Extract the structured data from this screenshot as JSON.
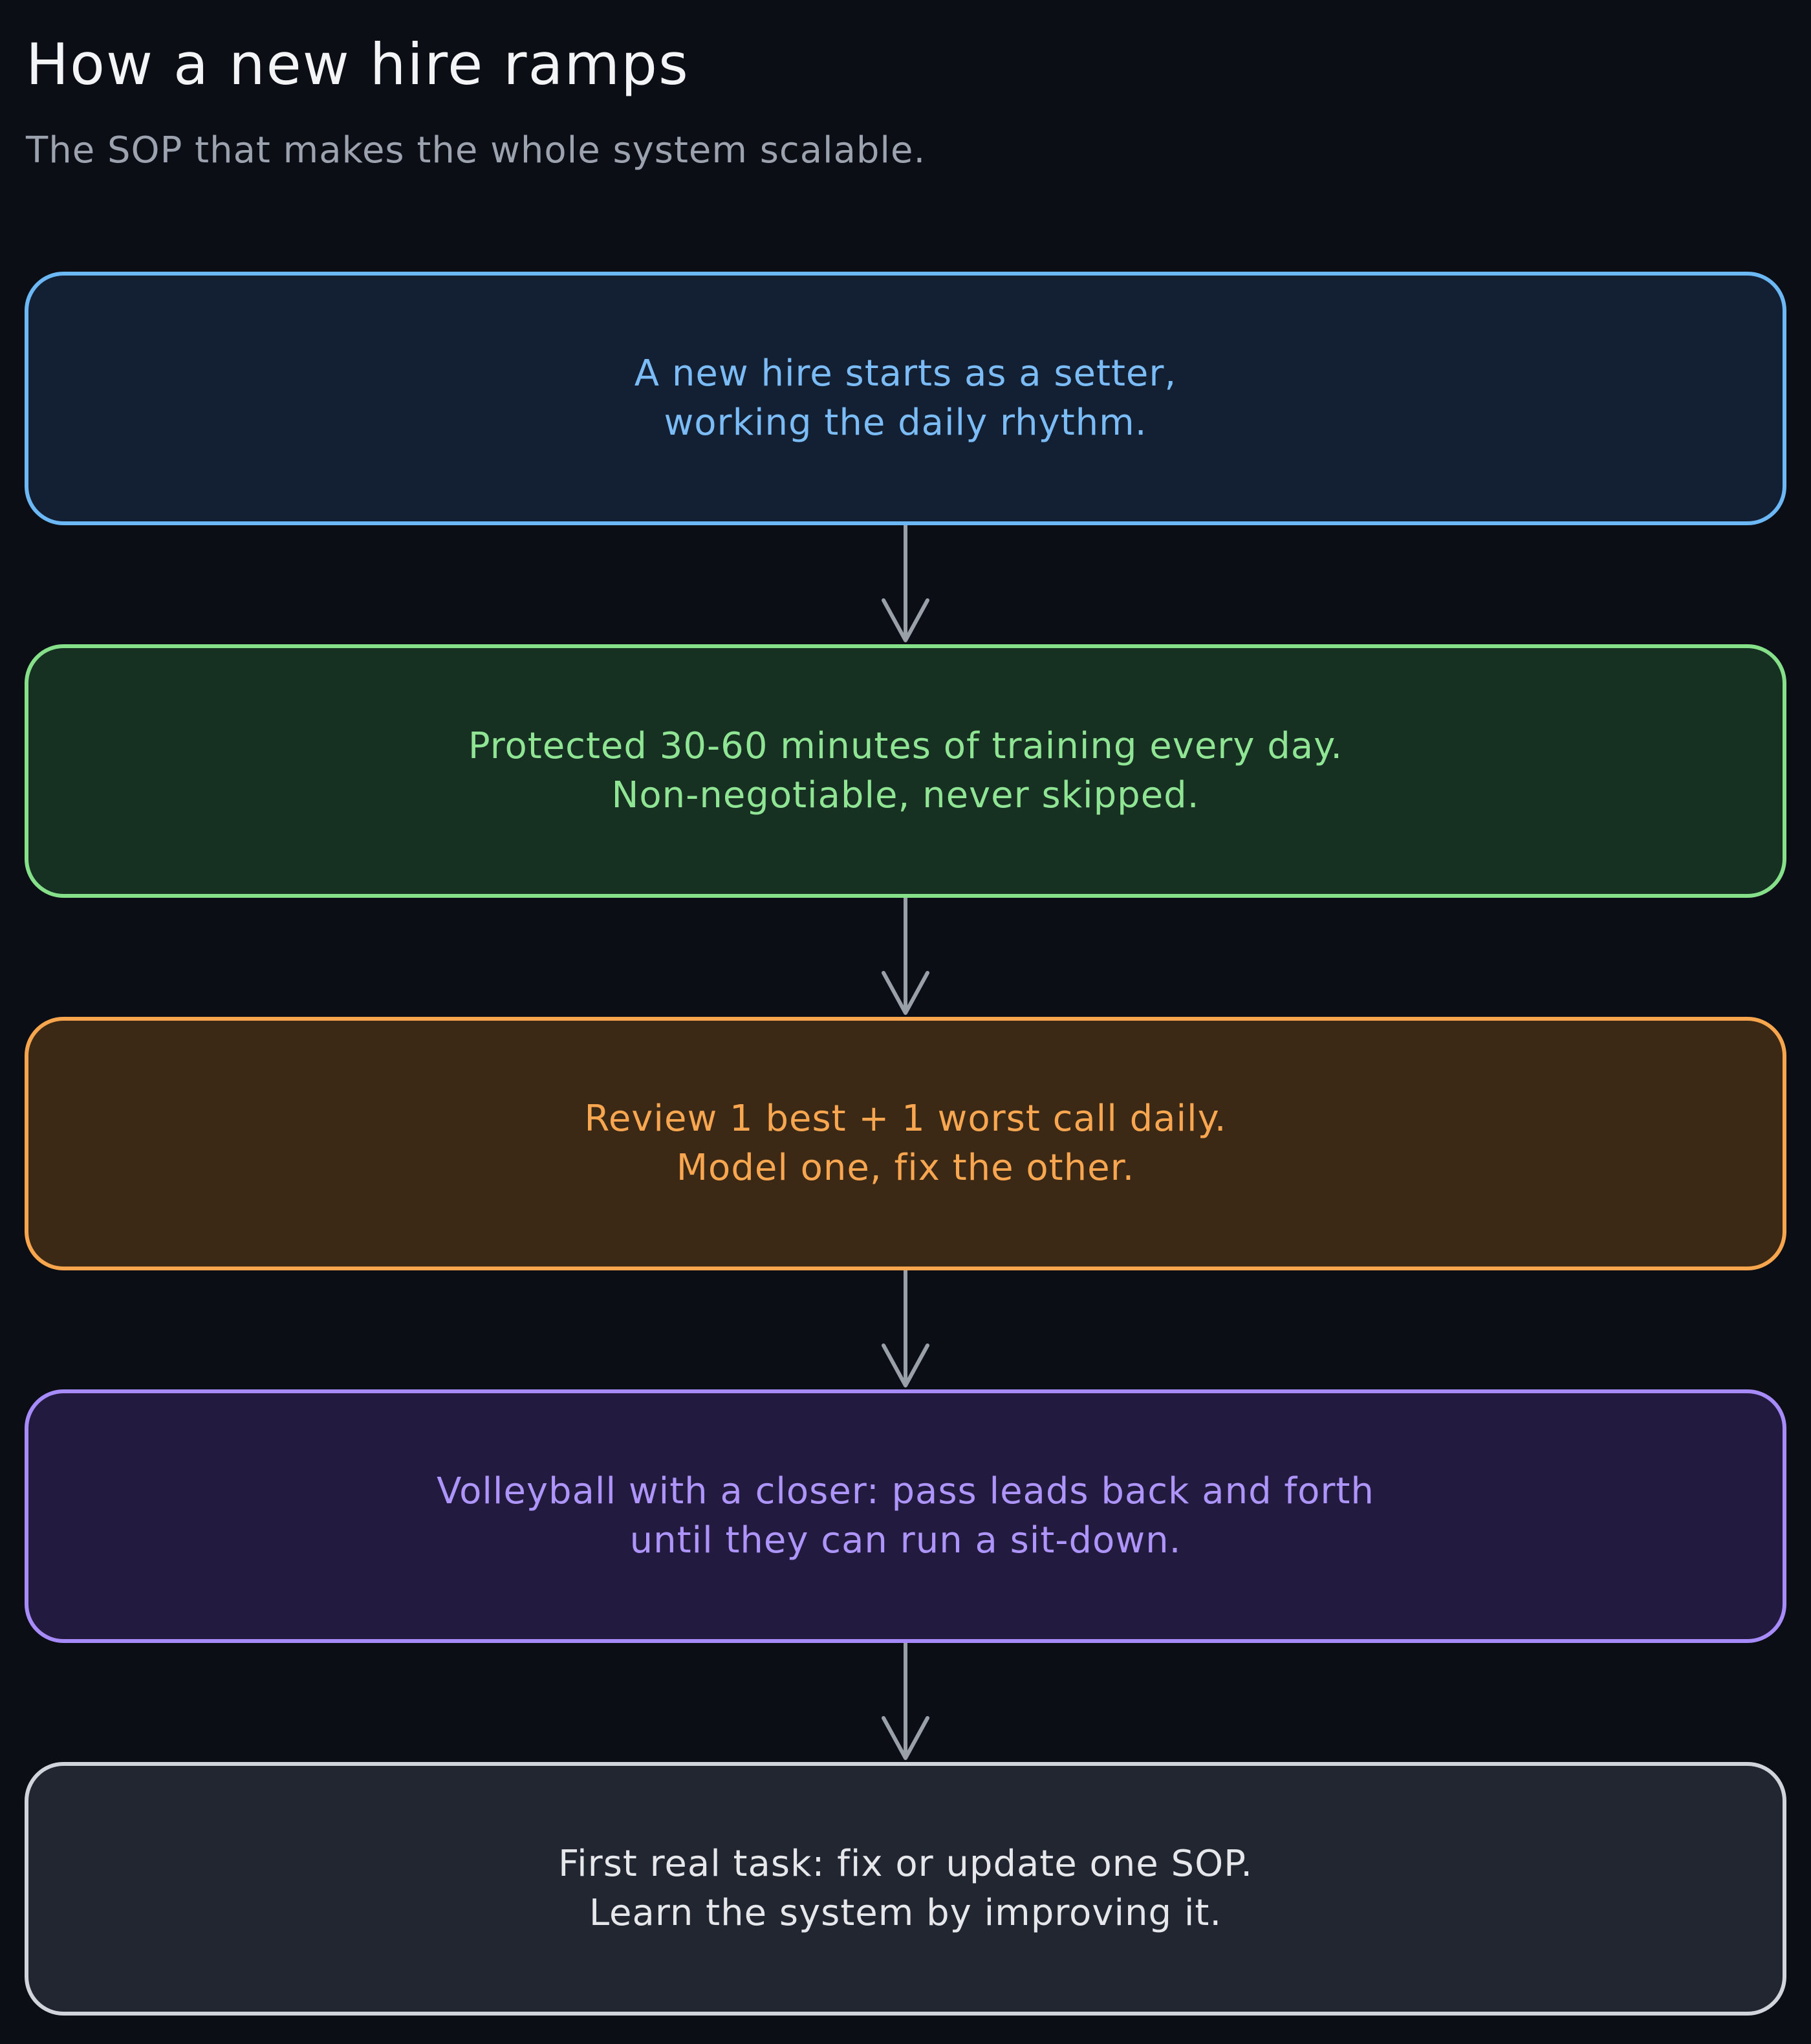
{
  "header": {
    "title": "How a new hire ramps",
    "subtitle": "The SOP that makes the whole system scalable."
  },
  "steps": [
    {
      "line1": "A new hire starts as a setter,",
      "line2": "working the daily rhythm.",
      "border": "#6cb8f5",
      "fill": "#132034",
      "text": "#7bbcf7"
    },
    {
      "line1": "Protected 30-60 minutes of training every day.",
      "line2": "Non-negotiable, never skipped.",
      "border": "#86e08a",
      "fill": "#163021",
      "text": "#8fe594"
    },
    {
      "line1": "Review 1 best + 1 worst call daily.",
      "line2": "Model one, fix the other.",
      "border": "#f7a64d",
      "fill": "#3b2815",
      "text": "#f8a650"
    },
    {
      "line1": "Volleyball with a closer: pass leads back and forth",
      "line2": "until they can run a sit-down.",
      "border": "#a78bfa",
      "fill": "#231b3f",
      "text": "#ae95fb"
    },
    {
      "line1": "First real task: fix or update one SOP.",
      "line2": "Learn the system by improving it.",
      "border": "#d1d5db",
      "fill": "#212630",
      "text": "#e5e7eb"
    }
  ],
  "colors": {
    "background": "#0b0e15",
    "arrow": "#9aa0a8",
    "title": "#f3f4f6",
    "subtitle": "#9ca3af"
  }
}
